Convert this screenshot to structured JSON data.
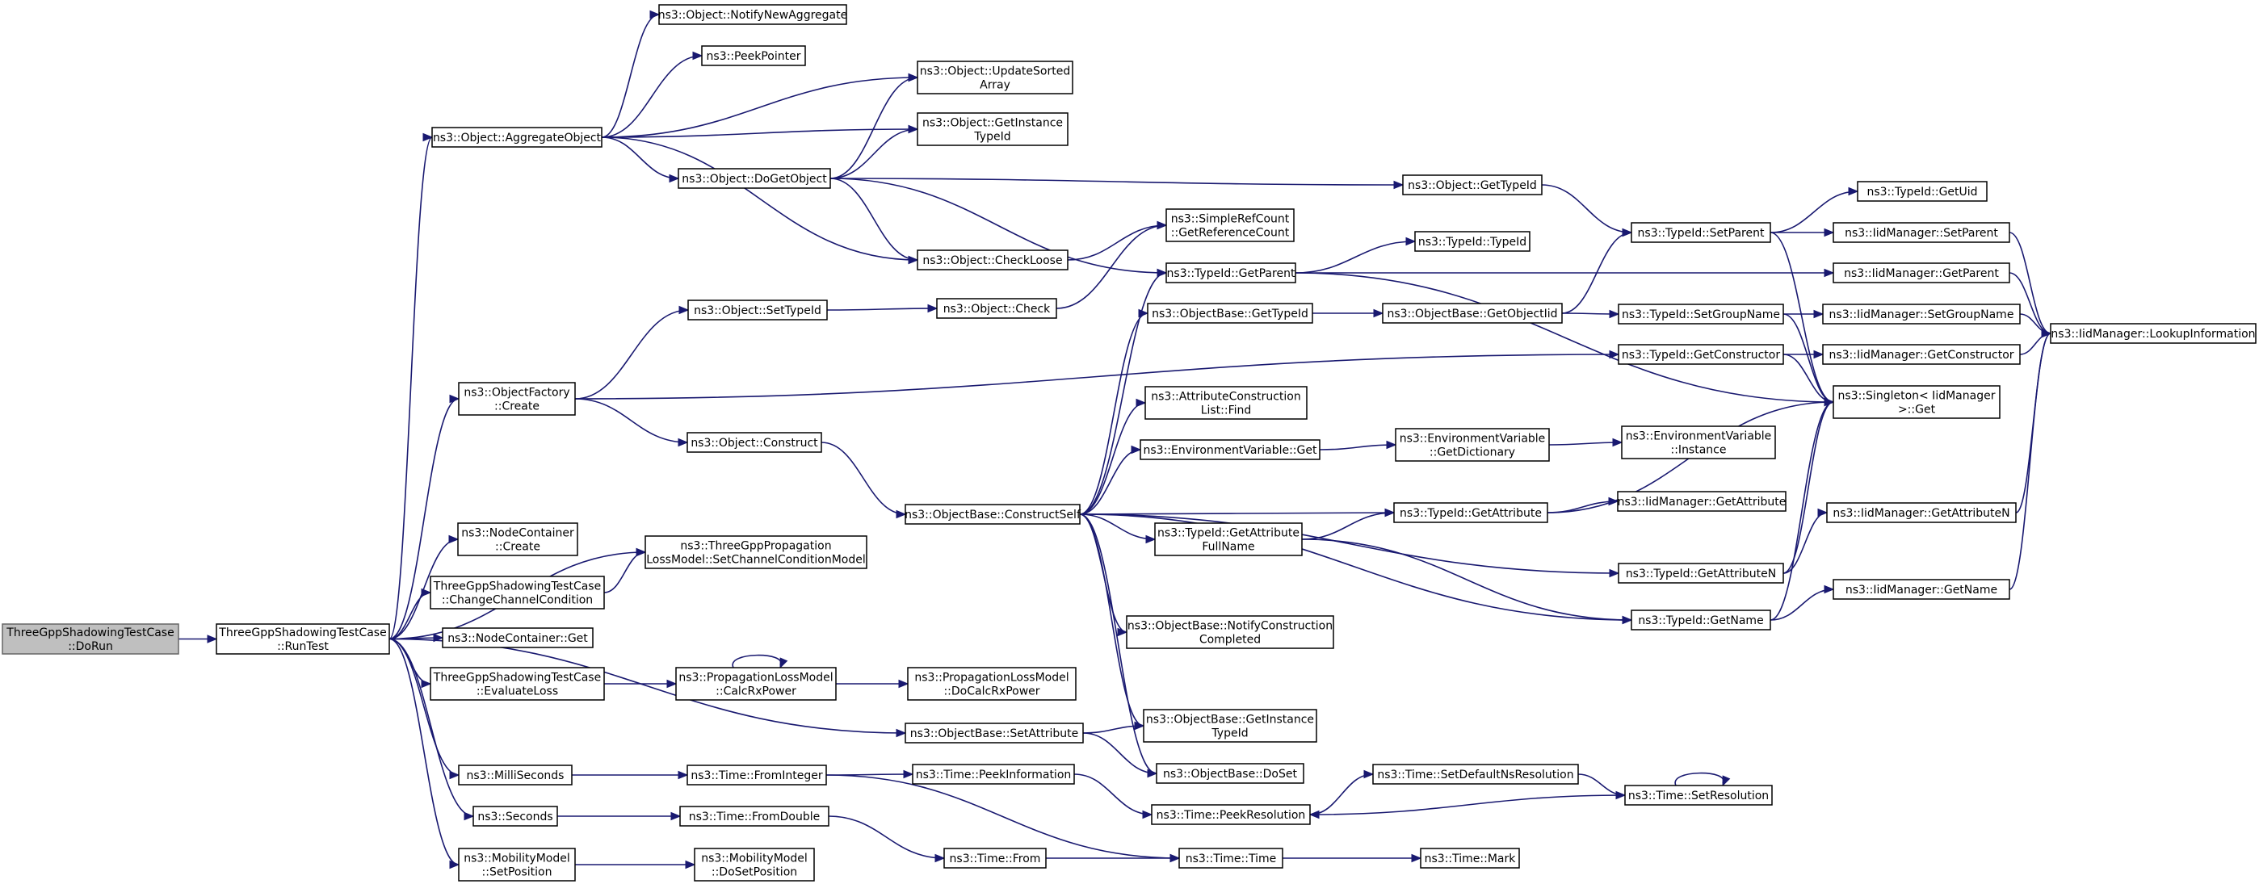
{
  "diagram": {
    "nodes": [
      {
        "id": "root",
        "lines": [
          "ThreeGppShadowingTestCase",
          "::DoRun"
        ],
        "root": true
      },
      {
        "id": "runtest",
        "lines": [
          "ThreeGppShadowingTestCase",
          "::RunTest"
        ]
      },
      {
        "id": "aggobj",
        "lines": [
          "ns3::Object::AggregateObject"
        ]
      },
      {
        "id": "notifyagg",
        "lines": [
          "ns3::Object::NotifyNewAggregate"
        ]
      },
      {
        "id": "peekptr",
        "lines": [
          "ns3::PeekPointer"
        ]
      },
      {
        "id": "updsorted",
        "lines": [
          "ns3::Object::UpdateSorted",
          "Array"
        ]
      },
      {
        "id": "getinsttid",
        "lines": [
          "ns3::Object::GetInstance",
          "TypeId"
        ]
      },
      {
        "id": "dogetobj",
        "lines": [
          "ns3::Object::DoGetObject"
        ]
      },
      {
        "id": "gettypeid",
        "lines": [
          "ns3::Object::GetTypeId"
        ]
      },
      {
        "id": "getrefcount",
        "lines": [
          "ns3::SimpleRefCount",
          "::GetReferenceCount"
        ]
      },
      {
        "id": "checkloose",
        "lines": [
          "ns3::Object::CheckLoose"
        ]
      },
      {
        "id": "check",
        "lines": [
          "ns3::Object::Check"
        ]
      },
      {
        "id": "settypeid",
        "lines": [
          "ns3::Object::SetTypeId"
        ]
      },
      {
        "id": "objfactory",
        "lines": [
          "ns3::ObjectFactory",
          "::Create"
        ]
      },
      {
        "id": "construct",
        "lines": [
          "ns3::Object::Construct"
        ]
      },
      {
        "id": "nodecontcreate",
        "lines": [
          "ns3::NodeContainer",
          "::Create"
        ]
      },
      {
        "id": "setccm",
        "lines": [
          "ns3::ThreeGppPropagation",
          "LossModel::SetChannelConditionModel"
        ]
      },
      {
        "id": "changechan",
        "lines": [
          "ThreeGppShadowingTestCase",
          "::ChangeChannelCondition"
        ]
      },
      {
        "id": "nodecontget",
        "lines": [
          "ns3::NodeContainer::Get"
        ]
      },
      {
        "id": "evalloss",
        "lines": [
          "ThreeGppShadowingTestCase",
          "::EvaluateLoss"
        ]
      },
      {
        "id": "calcrx",
        "lines": [
          "ns3::PropagationLossModel",
          "::CalcRxPower"
        ]
      },
      {
        "id": "docalcrx",
        "lines": [
          "ns3::PropagationLossModel",
          "::DoCalcRxPower"
        ]
      },
      {
        "id": "millisec",
        "lines": [
          "ns3::MilliSeconds"
        ]
      },
      {
        "id": "fromint",
        "lines": [
          "ns3::Time::FromInteger"
        ]
      },
      {
        "id": "seconds",
        "lines": [
          "ns3::Seconds"
        ]
      },
      {
        "id": "fromdouble",
        "lines": [
          "ns3::Time::FromDouble"
        ]
      },
      {
        "id": "setpos",
        "lines": [
          "ns3::MobilityModel",
          "::SetPosition"
        ]
      },
      {
        "id": "dosetpos",
        "lines": [
          "ns3::MobilityModel",
          "::DoSetPosition"
        ]
      },
      {
        "id": "constructself",
        "lines": [
          "ns3::ObjectBase::ConstructSelf"
        ]
      },
      {
        "id": "obgettypeid",
        "lines": [
          "ns3::ObjectBase::GetTypeId"
        ]
      },
      {
        "id": "attrconstr",
        "lines": [
          "ns3::AttributeConstruction",
          "List::Find"
        ]
      },
      {
        "id": "envget",
        "lines": [
          "ns3::EnvironmentVariable::Get"
        ]
      },
      {
        "id": "tidgetattrfull",
        "lines": [
          "ns3::TypeId::GetAttribute",
          "FullName"
        ]
      },
      {
        "id": "notifyconstr",
        "lines": [
          "ns3::ObjectBase::NotifyConstruction",
          "Completed"
        ]
      },
      {
        "id": "obsetattr",
        "lines": [
          "ns3::ObjectBase::SetAttribute"
        ]
      },
      {
        "id": "obgetinsttid",
        "lines": [
          "ns3::ObjectBase::GetInstance",
          "TypeId"
        ]
      },
      {
        "id": "obdoset",
        "lines": [
          "ns3::ObjectBase::DoSet"
        ]
      },
      {
        "id": "timepeekinfo",
        "lines": [
          "ns3::Time::PeekInformation"
        ]
      },
      {
        "id": "timepeekres",
        "lines": [
          "ns3::Time::PeekResolution"
        ]
      },
      {
        "id": "timefrom",
        "lines": [
          "ns3::Time::From"
        ]
      },
      {
        "id": "timetime",
        "lines": [
          "ns3::Time::Time"
        ]
      },
      {
        "id": "timemark",
        "lines": [
          "ns3::Time::Mark"
        ]
      },
      {
        "id": "setdefnsres",
        "lines": [
          "ns3::Time::SetDefaultNsResolution"
        ]
      },
      {
        "id": "setres",
        "lines": [
          "ns3::Time::SetResolution"
        ]
      },
      {
        "id": "tidgetparent",
        "lines": [
          "ns3::TypeId::GetParent"
        ]
      },
      {
        "id": "tidtypeid",
        "lines": [
          "ns3::TypeId::TypeId"
        ]
      },
      {
        "id": "obgetobjtid",
        "lines": [
          "ns3::ObjectBase::GetObjectIid"
        ]
      },
      {
        "id": "envgetdict",
        "lines": [
          "ns3::EnvironmentVariable",
          "::GetDictionary"
        ]
      },
      {
        "id": "envinstance",
        "lines": [
          "ns3::EnvironmentVariable",
          "::Instance"
        ]
      },
      {
        "id": "tidgetattr",
        "lines": [
          "ns3::TypeId::GetAttribute"
        ]
      },
      {
        "id": "tidsetparent",
        "lines": [
          "ns3::TypeId::SetParent"
        ]
      },
      {
        "id": "tidsetgroup",
        "lines": [
          "ns3::TypeId::SetGroupName"
        ]
      },
      {
        "id": "tidgetconstr",
        "lines": [
          "ns3::TypeId::GetConstructor"
        ]
      },
      {
        "id": "tidgetattrn",
        "lines": [
          "ns3::TypeId::GetAttributeN"
        ]
      },
      {
        "id": "tidgetname",
        "lines": [
          "ns3::TypeId::GetName"
        ]
      },
      {
        "id": "tidgetuid",
        "lines": [
          "ns3::TypeId::GetUid"
        ]
      },
      {
        "id": "imsetparent",
        "lines": [
          "ns3::IidManager::SetParent"
        ]
      },
      {
        "id": "imgetparent",
        "lines": [
          "ns3::IidManager::GetParent"
        ]
      },
      {
        "id": "imsetgroup",
        "lines": [
          "ns3::IidManager::SetGroupName"
        ]
      },
      {
        "id": "imgetconstr",
        "lines": [
          "ns3::IidManager::GetConstructor"
        ]
      },
      {
        "id": "singleton",
        "lines": [
          "ns3::Singleton< IidManager",
          ">::Get"
        ]
      },
      {
        "id": "imgetattr",
        "lines": [
          "ns3::IidManager::GetAttribute"
        ]
      },
      {
        "id": "imgetattrn",
        "lines": [
          "ns3::IidManager::GetAttributeN"
        ]
      },
      {
        "id": "imgetname",
        "lines": [
          "ns3::IidManager::GetName"
        ]
      },
      {
        "id": "lookup",
        "lines": [
          "ns3::IidManager::LookupInformation"
        ]
      }
    ],
    "edges": [
      [
        "root",
        "runtest"
      ],
      [
        "runtest",
        "aggobj"
      ],
      [
        "runtest",
        "objfactory"
      ],
      [
        "runtest",
        "nodecontcreate"
      ],
      [
        "runtest",
        "setccm"
      ],
      [
        "runtest",
        "changechan"
      ],
      [
        "runtest",
        "nodecontget"
      ],
      [
        "runtest",
        "evalloss"
      ],
      [
        "runtest",
        "obsetattr"
      ],
      [
        "runtest",
        "millisec"
      ],
      [
        "runtest",
        "seconds"
      ],
      [
        "runtest",
        "setpos"
      ],
      [
        "aggobj",
        "notifyagg"
      ],
      [
        "aggobj",
        "peekptr"
      ],
      [
        "aggobj",
        "updsorted"
      ],
      [
        "aggobj",
        "getinsttid"
      ],
      [
        "aggobj",
        "dogetobj"
      ],
      [
        "aggobj",
        "checkloose"
      ],
      [
        "dogetobj",
        "updsorted"
      ],
      [
        "dogetobj",
        "getinsttid"
      ],
      [
        "dogetobj",
        "gettypeid"
      ],
      [
        "dogetobj",
        "checkloose"
      ],
      [
        "dogetobj",
        "tidgetparent"
      ],
      [
        "checkloose",
        "getrefcount"
      ],
      [
        "check",
        "getrefcount"
      ],
      [
        "settypeid",
        "check"
      ],
      [
        "objfactory",
        "settypeid"
      ],
      [
        "objfactory",
        "tidgetconstr"
      ],
      [
        "objfactory",
        "construct"
      ],
      [
        "construct",
        "constructself"
      ],
      [
        "changechan",
        "setccm"
      ],
      [
        "evalloss",
        "calcrx"
      ],
      [
        "calcrx",
        "calcrx"
      ],
      [
        "calcrx",
        "docalcrx"
      ],
      [
        "millisec",
        "fromint"
      ],
      [
        "seconds",
        "fromdouble"
      ],
      [
        "setpos",
        "dosetpos"
      ],
      [
        "fromint",
        "timepeekinfo"
      ],
      [
        "fromint",
        "timetime"
      ],
      [
        "fromdouble",
        "timefrom"
      ],
      [
        "timepeekinfo",
        "timepeekres"
      ],
      [
        "timefrom",
        "timetime"
      ],
      [
        "timetime",
        "timemark"
      ],
      [
        "timepeekres",
        "setdefnsres"
      ],
      [
        "setdefnsres",
        "setres"
      ],
      [
        "setres",
        "setres"
      ],
      [
        "setres",
        "timepeekres"
      ],
      [
        "obsetattr",
        "obgetinsttid"
      ],
      [
        "obsetattr",
        "obdoset"
      ],
      [
        "constructself",
        "tidgetparent"
      ],
      [
        "constructself",
        "obgettypeid"
      ],
      [
        "constructself",
        "attrconstr"
      ],
      [
        "constructself",
        "envget"
      ],
      [
        "constructself",
        "tidgetattr"
      ],
      [
        "constructself",
        "tidgetattrfull"
      ],
      [
        "constructself",
        "tidgetattrn"
      ],
      [
        "constructself",
        "notifyconstr"
      ],
      [
        "constructself",
        "tidgetname"
      ],
      [
        "constructself",
        "obgetinsttid"
      ],
      [
        "constructself",
        "obdoset"
      ],
      [
        "obgettypeid",
        "obgetobjtid"
      ],
      [
        "envget",
        "envgetdict"
      ],
      [
        "envgetdict",
        "envinstance"
      ],
      [
        "tidgetattrfull",
        "tidgetattr"
      ],
      [
        "tidgetattrfull",
        "tidgetname"
      ],
      [
        "tidgetparent",
        "tidtypeid"
      ],
      [
        "tidgetparent",
        "imgetparent"
      ],
      [
        "tidgetparent",
        "singleton"
      ],
      [
        "obgetobjtid",
        "tidsetparent"
      ],
      [
        "obgetobjtid",
        "tidsetgroup"
      ],
      [
        "gettypeid",
        "tidsetparent"
      ],
      [
        "tidsetparent",
        "tidgetuid"
      ],
      [
        "tidsetparent",
        "imsetparent"
      ],
      [
        "tidsetparent",
        "singleton"
      ],
      [
        "tidsetgroup",
        "imsetgroup"
      ],
      [
        "tidsetgroup",
        "singleton"
      ],
      [
        "tidgetconstr",
        "imgetconstr"
      ],
      [
        "tidgetconstr",
        "singleton"
      ],
      [
        "tidgetattr",
        "imgetattr"
      ],
      [
        "tidgetattr",
        "singleton"
      ],
      [
        "tidgetattrn",
        "imgetattrn"
      ],
      [
        "tidgetattrn",
        "singleton"
      ],
      [
        "tidgetname",
        "imgetname"
      ],
      [
        "tidgetname",
        "singleton"
      ],
      [
        "imsetparent",
        "lookup"
      ],
      [
        "imgetparent",
        "lookup"
      ],
      [
        "imsetgroup",
        "lookup"
      ],
      [
        "imgetconstr",
        "lookup"
      ],
      [
        "imgetattrn",
        "lookup"
      ],
      [
        "imgetname",
        "lookup"
      ]
    ]
  }
}
